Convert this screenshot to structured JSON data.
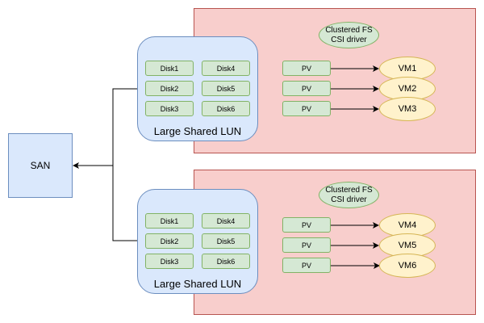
{
  "san": {
    "label": "SAN"
  },
  "groups": [
    {
      "lun_label": "Large Shared LUN",
      "disks": [
        "Disk1",
        "Disk2",
        "Disk3",
        "Disk4",
        "Disk5",
        "Disk6"
      ],
      "csi_label": "Clustered FS CSI driver",
      "pvs": [
        "PV",
        "PV",
        "PV"
      ],
      "vms": [
        "VM1",
        "VM2",
        "VM3"
      ]
    },
    {
      "lun_label": "Large Shared LUN",
      "disks": [
        "Disk1",
        "Disk2",
        "Disk3",
        "Disk4",
        "Disk5",
        "Disk6"
      ],
      "csi_label": "Clustered FS CSI driver",
      "pvs": [
        "PV",
        "PV",
        "PV"
      ],
      "vms": [
        "VM4",
        "VM5",
        "VM6"
      ]
    }
  ]
}
